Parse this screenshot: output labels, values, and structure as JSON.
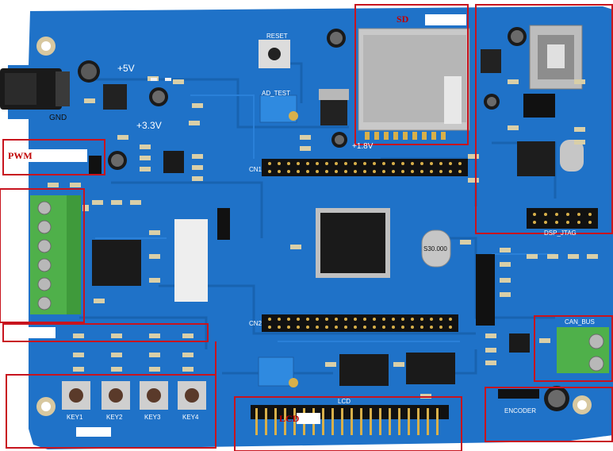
{
  "colors": {
    "pcb": "#1f72c8",
    "pcb_dark": "#14579e",
    "silk": "#ffffff",
    "annotation": "#c8141e",
    "terminal": "#4fb04a",
    "gold": "#d8b04a"
  },
  "board": {
    "silk_labels": {
      "plus5v": "+5V",
      "gnd": "GND",
      "plus3v3": "+3.3V",
      "plus1v8": "+1.8V",
      "reset": "RESET",
      "ad_test": "AD_TEST",
      "dsp_jtag": "DSP_JTAG",
      "lcd": "LCD",
      "encoder": "ENCODER",
      "can_bus": "CAN_BUS",
      "cn1": "CN1",
      "cn2": "CN2",
      "crystal": "S30.000",
      "key1": "KEY1",
      "key2": "KEY2",
      "key3": "KEY3",
      "key4": "KEY4"
    }
  },
  "annotations": {
    "sd": "SD",
    "pwm": "PWM",
    "lcd": "LCD"
  }
}
